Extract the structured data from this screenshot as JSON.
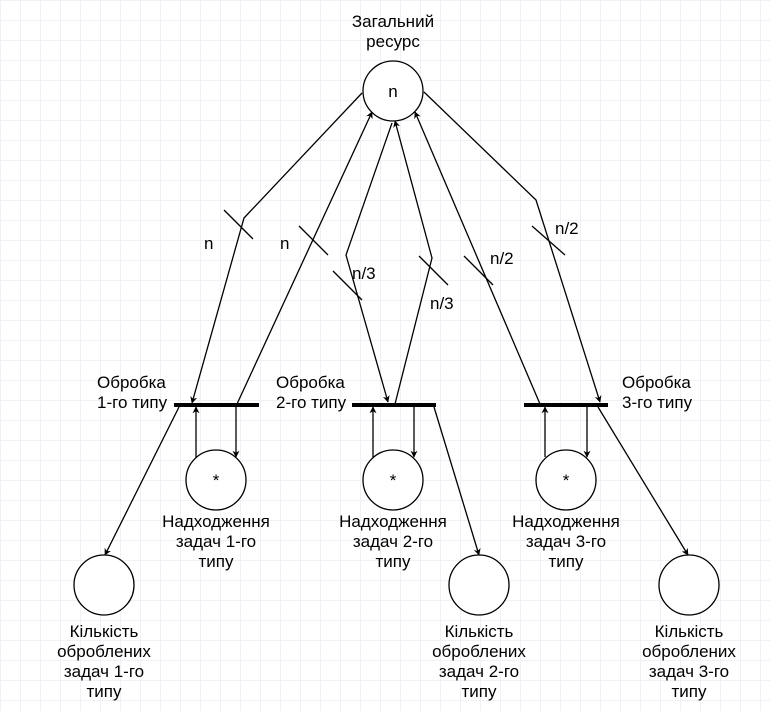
{
  "places": {
    "shared": {
      "label": "Загальний\nресурс",
      "token": "n"
    },
    "arrivals_1": {
      "label": "Надходження\nзадач 1-го\nтипу",
      "token": "*"
    },
    "arrivals_2": {
      "label": "Надходження\nзадач 2-го\nтипу",
      "token": "*"
    },
    "arrivals_3": {
      "label": "Надходження\nзадач 3-го\nтипу",
      "token": "*"
    },
    "done_1": {
      "label": "Кількість\nоброблених\nзадач 1-го\nтипу"
    },
    "done_2": {
      "label": "Кількість\nоброблених\nзадач 2-го\nтипу"
    },
    "done_3": {
      "label": "Кількість\nоброблених\nзадач 3-го\nтипу"
    }
  },
  "transitions": {
    "t1": {
      "label": "Обробка\n1-го типу"
    },
    "t2": {
      "label": "Обробка\n2-го типу"
    },
    "t3": {
      "label": "Обробка\n3-го типу"
    }
  },
  "arc_weights": {
    "to_t1": "n",
    "from_t1": "n",
    "to_t2": "n/3",
    "from_t2": "n/3",
    "from_t3": "n/2",
    "to_t3": "n/2"
  },
  "colors": {
    "stroke": "#000000",
    "fill": "#ffffff",
    "grid": "#eef1f5"
  }
}
